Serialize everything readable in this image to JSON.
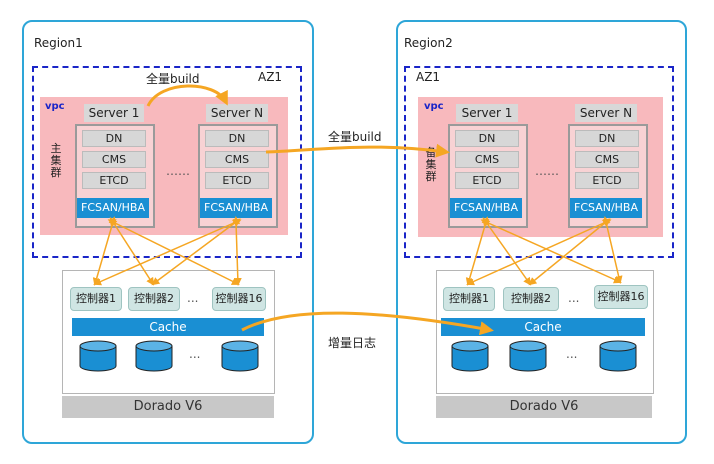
{
  "region1": {
    "label": "Region1",
    "az_label": "AZ1",
    "vpc_label": "vpc",
    "cluster_label": "主集群",
    "server_1": "Server 1",
    "server_n": "Server N",
    "components": [
      "DN",
      "CMS",
      "ETCD"
    ],
    "fcsan": "FCSAN/HBA",
    "ellipsis": "……",
    "build_label": "全量build",
    "controllers": [
      "控制器1",
      "控制器2",
      "控制器16"
    ],
    "controller_ellipsis": "...",
    "cache": "Cache",
    "disk_ellipsis": "...",
    "storage": "Dorado V6"
  },
  "region2": {
    "label": "Region2",
    "az_label": "AZ1",
    "vpc_label": "vpc",
    "cluster_label": "备集群",
    "server_1": "Server 1",
    "server_n": "Server N",
    "components": [
      "DN",
      "CMS",
      "ETCD"
    ],
    "fcsan": "FCSAN/HBA",
    "ellipsis": "……",
    "controllers": [
      "控制器1",
      "控制器2",
      "控制器16"
    ],
    "controller_ellipsis": "...",
    "cache": "Cache",
    "disk_ellipsis": "...",
    "storage": "Dorado V6"
  },
  "cross_links": {
    "full_build": "全量build",
    "incremental_log": "增量日志"
  },
  "colors": {
    "region_border": "#2ea6d8",
    "az_border": "#1a25c8",
    "vpc_fill": "#f8b9bd",
    "link_orange": "#f5a623",
    "cache_blue": "#1a8fd3"
  }
}
